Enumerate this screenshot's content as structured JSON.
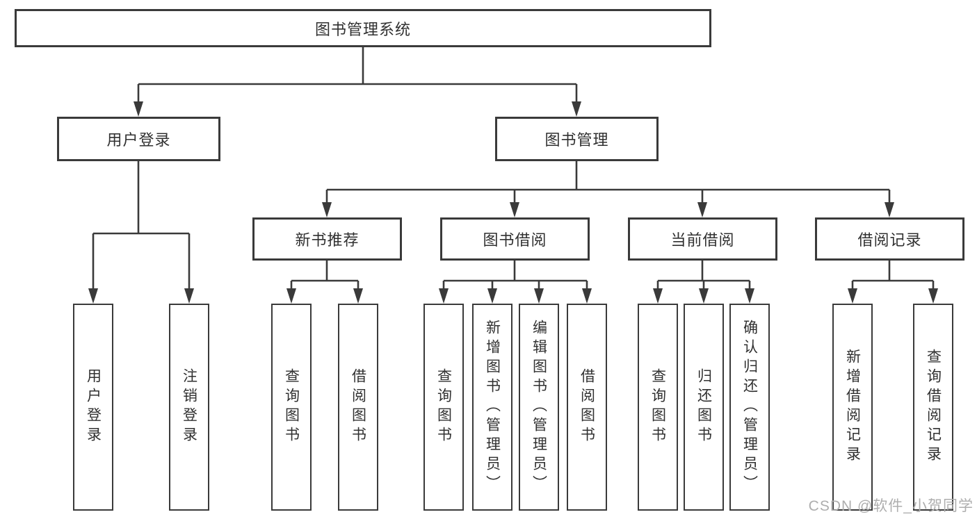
{
  "tree": {
    "label": "图书管理系统",
    "children": [
      {
        "label": "用户登录",
        "children": [
          {
            "label": "用户登录"
          },
          {
            "label": "注销登录"
          }
        ]
      },
      {
        "label": "图书管理",
        "children": [
          {
            "label": "新书推荐",
            "children": [
              {
                "label": "查询图书"
              },
              {
                "label": "借阅图书"
              }
            ]
          },
          {
            "label": "图书借阅",
            "children": [
              {
                "label": "查询图书"
              },
              {
                "label": "新增图书（管理员）"
              },
              {
                "label": "编辑图书（管理员）"
              },
              {
                "label": "借阅图书"
              }
            ]
          },
          {
            "label": "当前借阅",
            "children": [
              {
                "label": "查询图书"
              },
              {
                "label": "归还图书"
              },
              {
                "label": "确认归还（管理员）"
              }
            ]
          },
          {
            "label": "借阅记录",
            "children": [
              {
                "label": "新增借阅记录"
              },
              {
                "label": "查询借阅记录"
              }
            ]
          }
        ]
      }
    ]
  },
  "watermark": {
    "text": "CSDN @软件_小贺同学"
  },
  "colors": {
    "line": "#3a3a3a",
    "text": "#303030",
    "background": "#ffffff",
    "watermark": "#aeaeae"
  }
}
